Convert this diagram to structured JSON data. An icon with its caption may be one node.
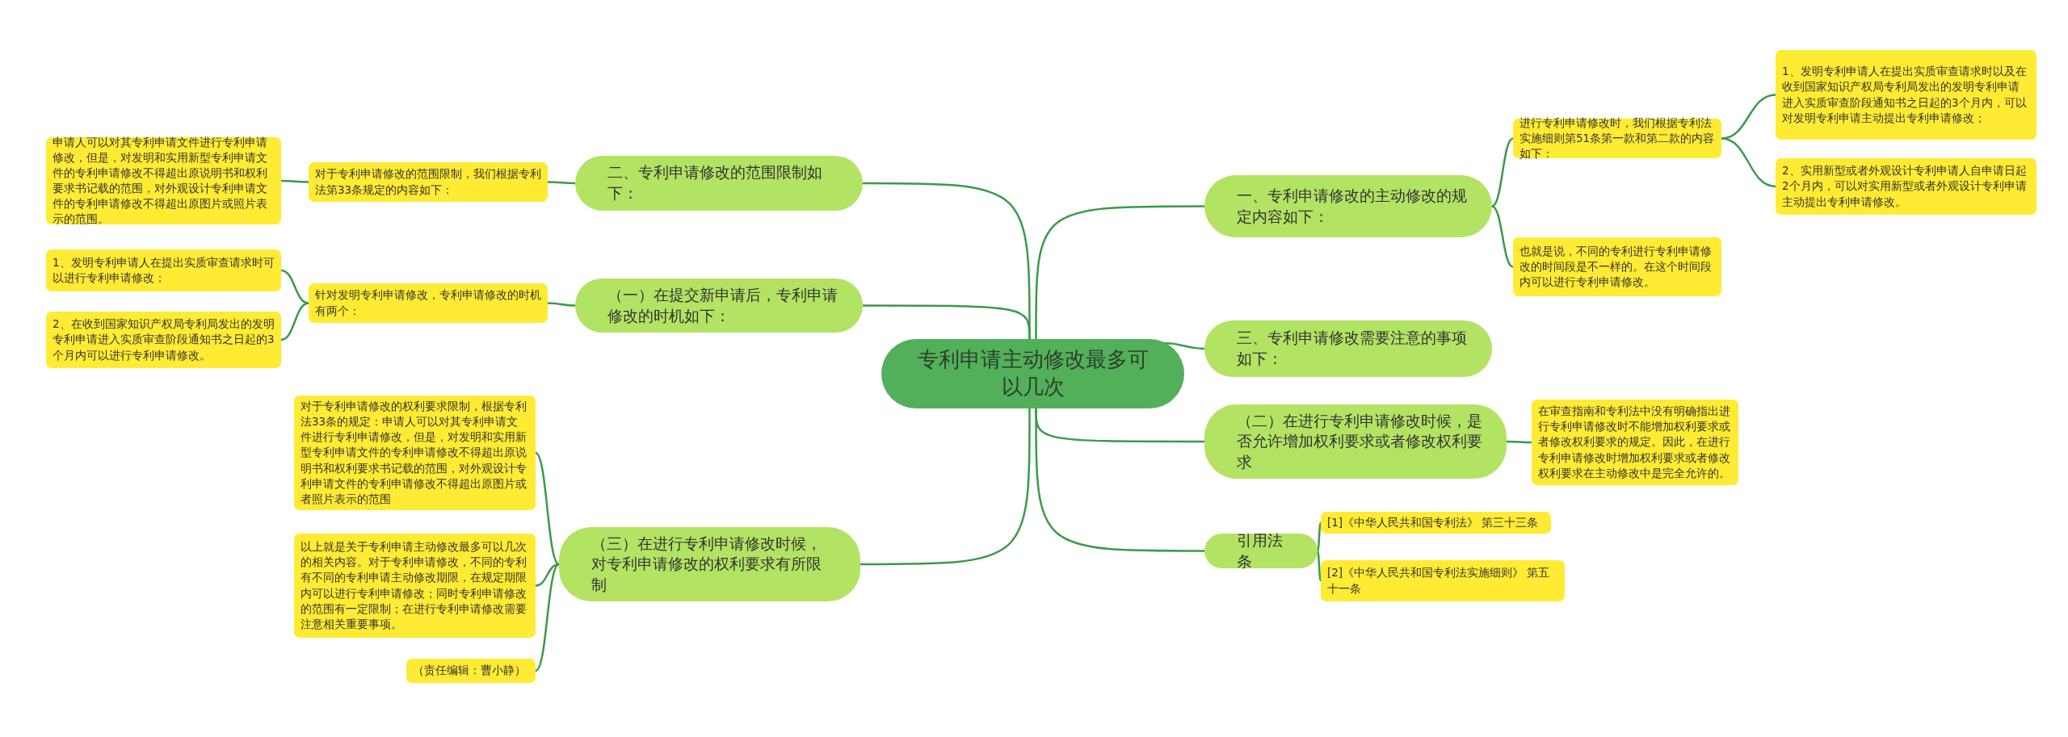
{
  "diagram": {
    "nodes": [
      {
        "text": [
          "专利申请主动修改最多可以几次"
        ]
      },
      {
        "text": [
          "一、专利申请修改的主动修改的规定内容如下："
        ]
      },
      {
        "text": [
          "进行专利申请修改时，我们根据专利法实施细则第51条第一款和第二款的内容如下："
        ]
      },
      {
        "text": [
          "1、发明专利申请人在提出实质审查请求时以及在收到国家知识产权局专利局发出的发明专利申请进入实质审查阶段通知书之日起的3个月内，可以对发明专利申请主动提出专利申请修改；"
        ]
      },
      {
        "text": [
          "2、实用新型或者外观设计专利申请人自申请日起2个月内，可以对实用新型或者外观设计专利申请主动提出专利申请修改。"
        ]
      },
      {
        "text": [
          "也就是说，不同的专利进行专利申请修改的时间段是不一样的。在这个时间段内可以进行专利申请修改。"
        ]
      },
      {
        "text": [
          "三、专利申请修改需要注意的事项如下："
        ]
      },
      {
        "text": [
          "（二）在进行专利申请修改时候，是否允许增加权利要求或者修改权利要求"
        ]
      },
      {
        "text": [
          "在审查指南和专利法中没有明确指出进行专利申请修改时不能增加权利要求或者修改权利要求的规定。因此，在进行专利申请修改时增加权利要求或者修改权利要求在主动修改中是完全允许的。"
        ]
      },
      {
        "text": [
          "引用法条"
        ]
      },
      {
        "text": [
          "[1]《中华人民共和国专利法》 第三十三条"
        ]
      },
      {
        "text": [
          "[2]《中华人民共和国专利法实施细则》 第五十一条"
        ]
      },
      {
        "text": [
          "二、专利申请修改的范围限制如下："
        ]
      },
      {
        "text": [
          "对于专利申请修改的范围限制，我们根据专利法第33条规定的内容如下："
        ]
      },
      {
        "text": [
          "申请人可以对其专利申请文件进行专利申请修改，但是，对发明和实用新型专利申请文件的专利申请修改不得超出原说明书和权利要求书记载的范围，对外观设计专利申请文件的专利申请修改不得超出原图片或照片表示的范围。"
        ]
      },
      {
        "text": [
          "（一）在提交新申请后，专利申请修改的时机如下："
        ]
      },
      {
        "text": [
          "针对发明专利申请修改，专利申请修改的时机有两个："
        ]
      },
      {
        "text": [
          "1、发明专利申请人在提出实质审查请求时可以进行专利申请修改；"
        ]
      },
      {
        "text": [
          "2、在收到国家知识产权局专利局发出的发明专利申请进入实质审查阶段通知书之日起的3个月内可以进行专利申请修改。"
        ]
      },
      {
        "text": [
          "（三）在进行专利申请修改时候，对专利申请修改的权利要求有所限制"
        ]
      },
      {
        "text": [
          "对于专利申请修改的权利要求限制，根据专利法33条的规定：申请人可以对其专利申请文件进行专利申请修改，但是，对发明和实用新型专利申请文件的专利申请修改不得超出原说明书和权利要求书记载的范围，对外观设计专利申请文件的专利申请修改不得超出原图片或者照片表示的范围"
        ]
      },
      {
        "text": [
          "以上就是关于专利申请主动修改最多可以几次的相关内容。对于专利申请修改，不同的专利有不同的专利申请主动修改期限，在规定期限内可以进行专利申请修改；同时专利申请修改的范围有一定限制；在进行专利申请修改需要注意相关重要事项。"
        ]
      },
      {
        "text": [
          "（责任编辑：曹小静）"
        ]
      }
    ],
    "edges": [
      {
        "from": 0,
        "to": 1,
        "arrow": "none"
      },
      {
        "from": 1,
        "to": 2,
        "arrow": "none"
      },
      {
        "from": 2,
        "to": 3,
        "arrow": "none"
      },
      {
        "from": 2,
        "to": 4,
        "arrow": "none"
      },
      {
        "from": 1,
        "to": 5,
        "arrow": "none"
      },
      {
        "from": 0,
        "to": 6,
        "arrow": "none"
      },
      {
        "from": 0,
        "to": 7,
        "arrow": "none"
      },
      {
        "from": 7,
        "to": 8,
        "arrow": "none"
      },
      {
        "from": 0,
        "to": 9,
        "arrow": "none"
      },
      {
        "from": 9,
        "to": 10,
        "arrow": "none"
      },
      {
        "from": 9,
        "to": 11,
        "arrow": "none"
      },
      {
        "from": 0,
        "to": 12,
        "arrow": "none"
      },
      {
        "from": 12,
        "to": 13,
        "arrow": "none"
      },
      {
        "from": 13,
        "to": 14,
        "arrow": "none"
      },
      {
        "from": 0,
        "to": 15,
        "arrow": "none"
      },
      {
        "from": 15,
        "to": 16,
        "arrow": "none"
      },
      {
        "from": 16,
        "to": 17,
        "arrow": "none"
      },
      {
        "from": 16,
        "to": 18,
        "arrow": "none"
      },
      {
        "from": 0,
        "to": 19,
        "arrow": "none"
      },
      {
        "from": 19,
        "to": 20,
        "arrow": "none"
      },
      {
        "from": 19,
        "to": 21,
        "arrow": "none"
      },
      {
        "from": 19,
        "to": 22,
        "arrow": "none"
      }
    ]
  }
}
